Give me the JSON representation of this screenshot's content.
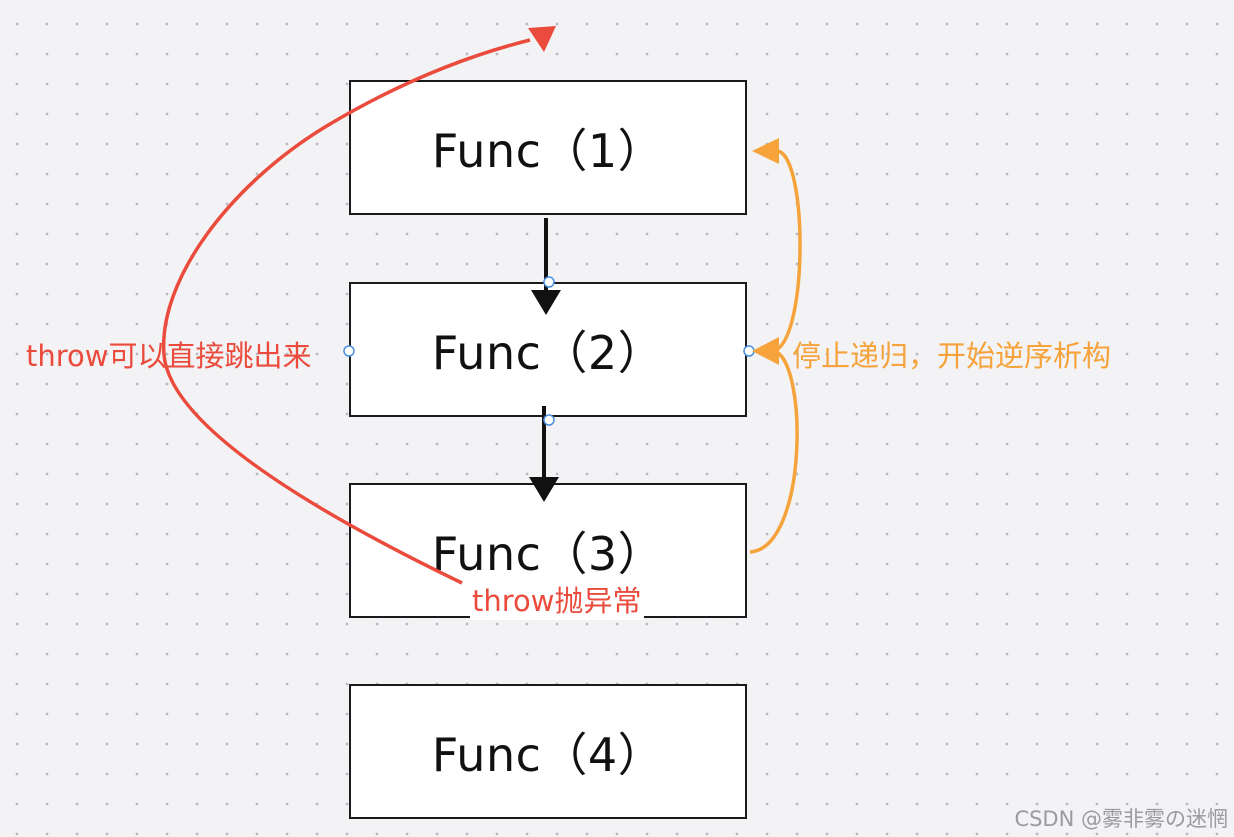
{
  "boxes": [
    {
      "label": "Func（1）"
    },
    {
      "label": "Func（2）"
    },
    {
      "label": "Func（3）"
    },
    {
      "label": "Func（4）"
    }
  ],
  "notes": {
    "left": "throw可以直接跳出来",
    "right": "停止递归，开始逆序析构",
    "throw": "throw抛异常"
  },
  "colors": {
    "red": "#ea4b3c",
    "orange": "#f5a33a",
    "black": "#111111"
  },
  "watermark": "CSDN @雾非雾の迷惘"
}
